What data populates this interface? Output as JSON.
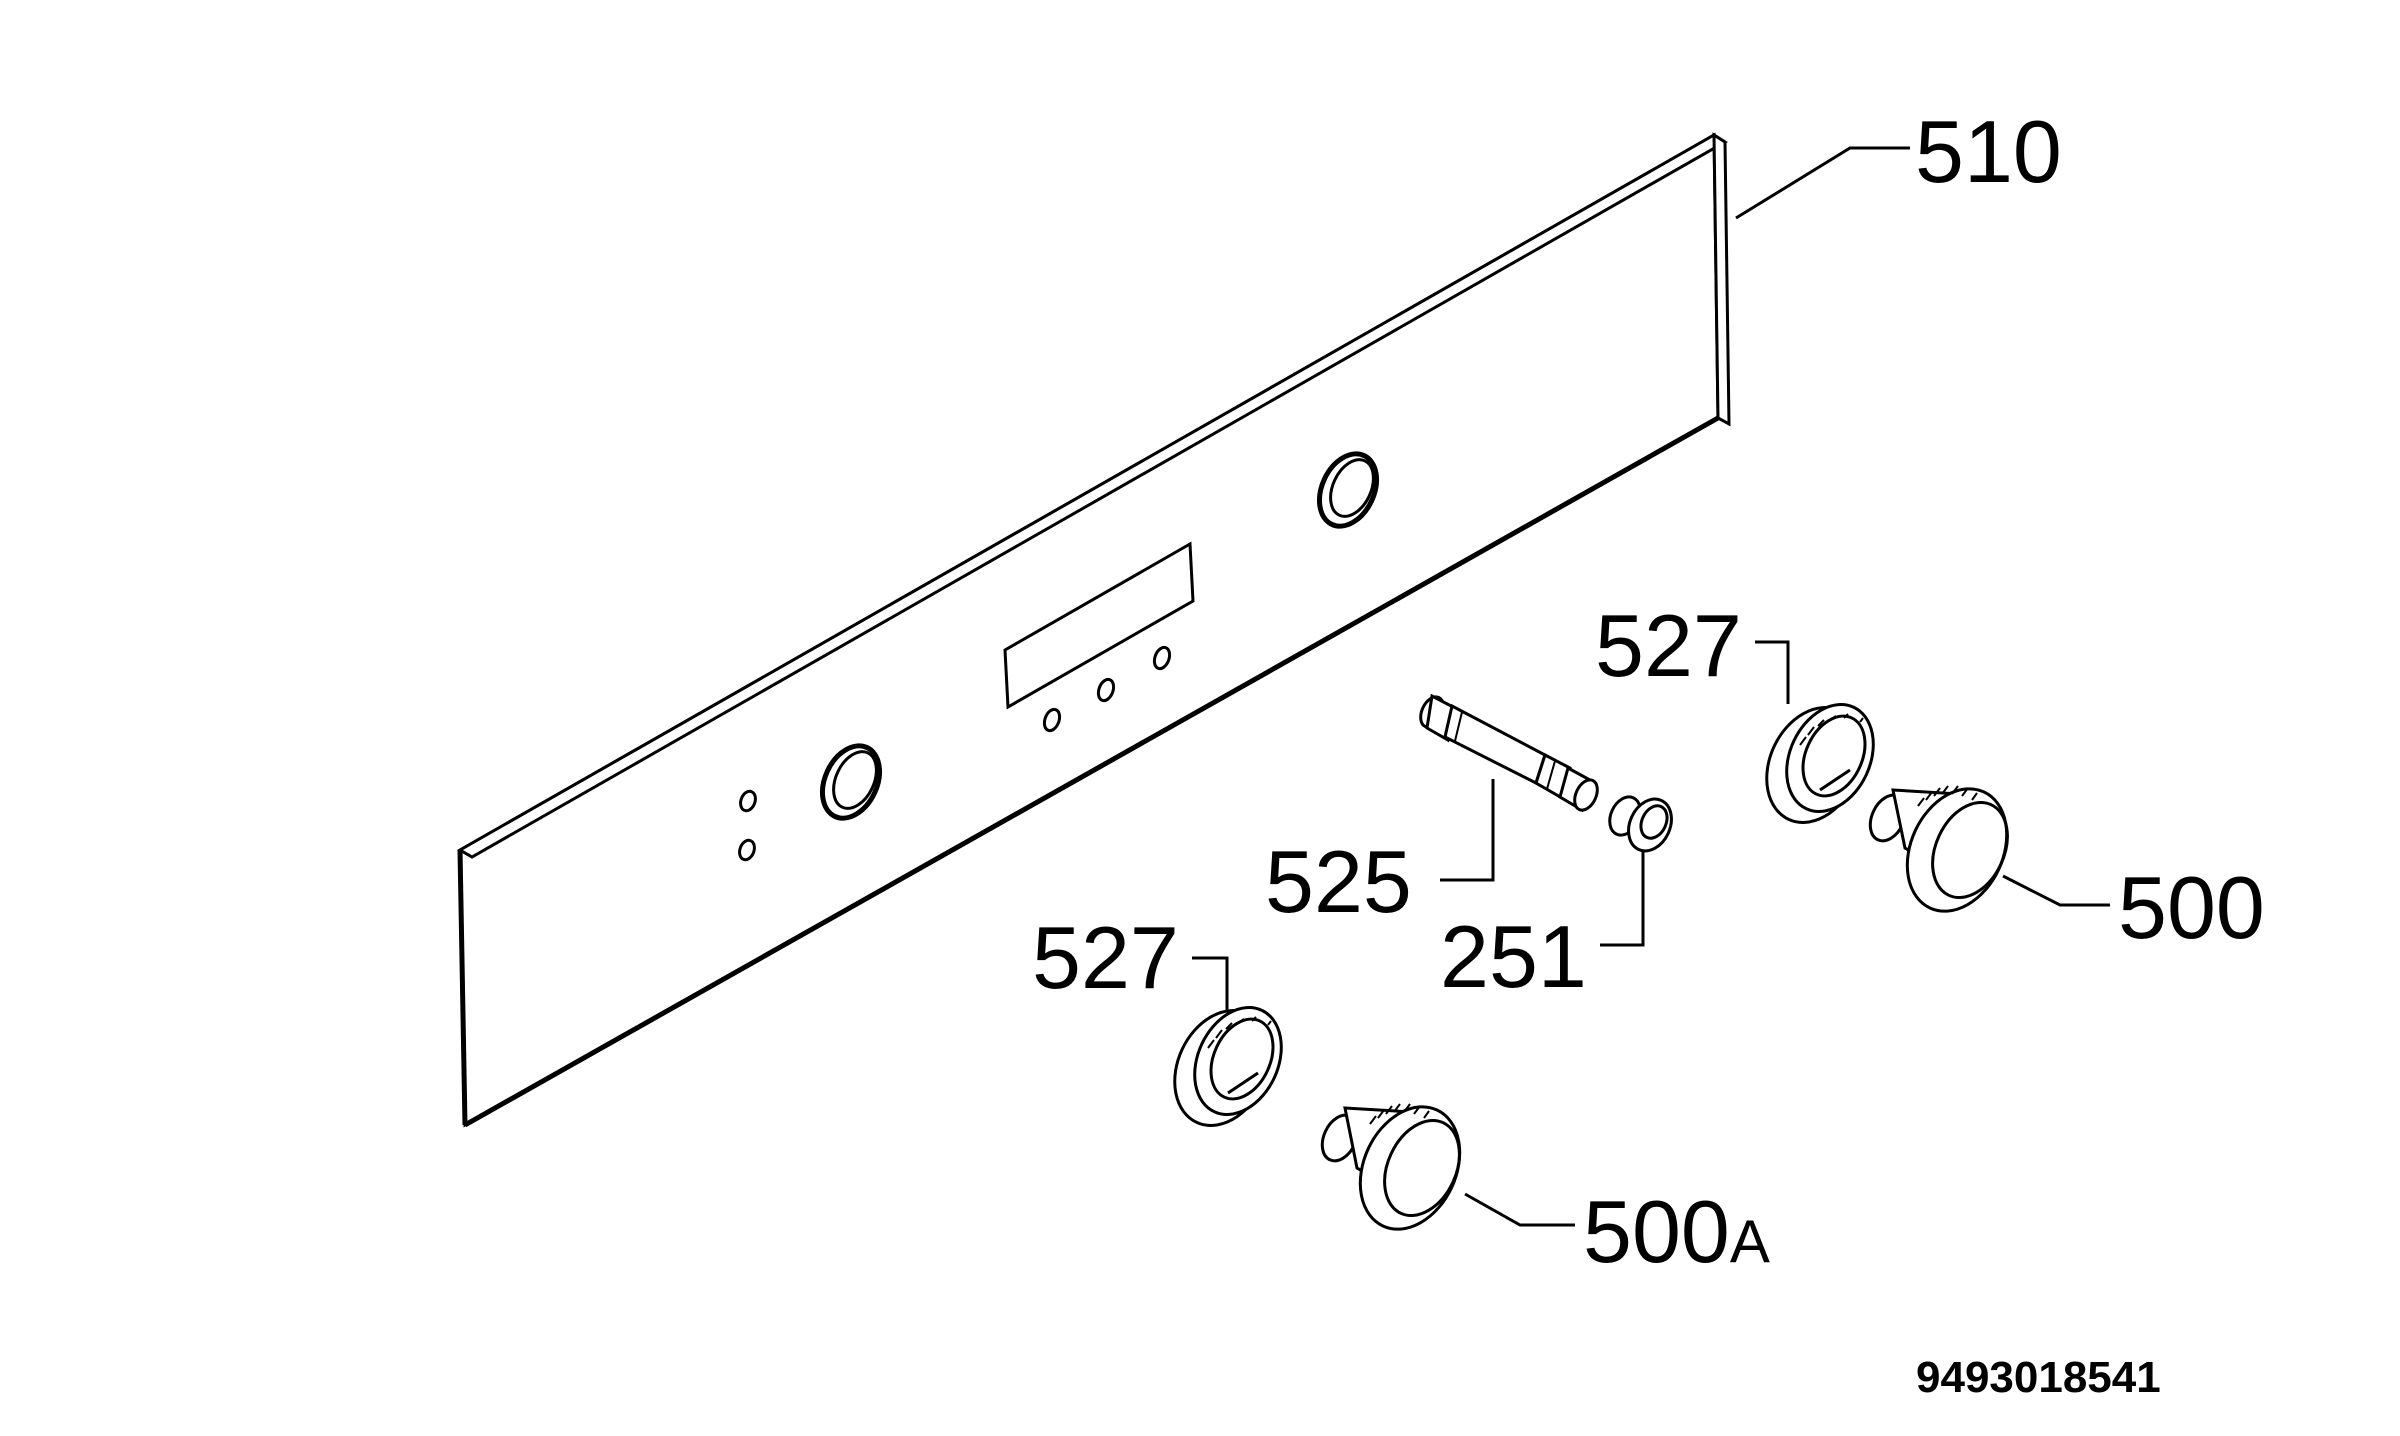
{
  "callouts": {
    "panel": "510",
    "bushing_upper": "527",
    "bushing_lower": "527",
    "shaft": "525",
    "small_knob": "251",
    "knob": "500",
    "knob_alt_number": "500",
    "knob_alt_suffix": "A"
  },
  "document_number": "9493018541",
  "colors": {
    "line": "#000000",
    "background": "#ffffff"
  }
}
